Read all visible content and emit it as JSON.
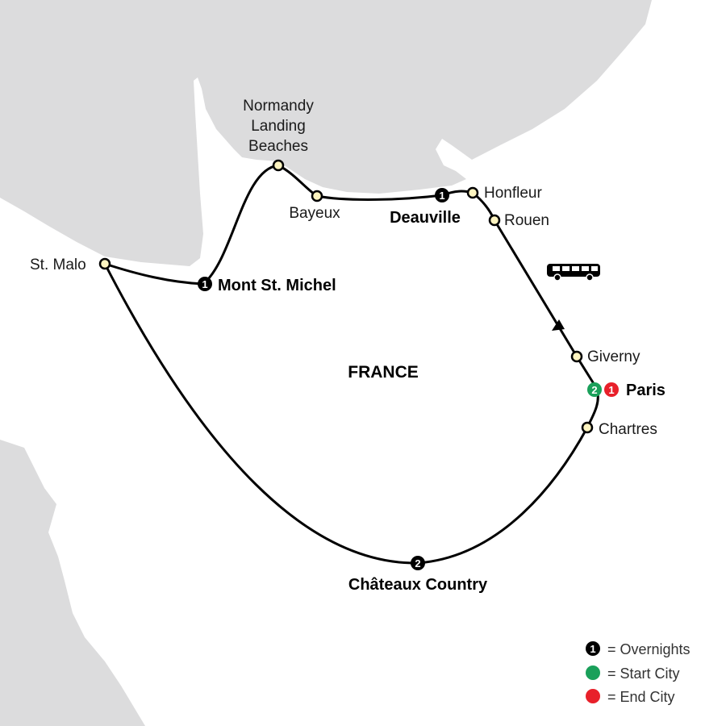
{
  "country_label": "FRANCE",
  "colors": {
    "sea": "#dcdcdd",
    "land": "#ffffff",
    "route": "#000000",
    "stop_fill": "#fdf4c0",
    "overnight_badge": "#000000",
    "start_badge": "#1aa05a",
    "end_badge": "#e8202a"
  },
  "cities": [
    {
      "name": "Normandy\nLanding\nBeaches",
      "lines": [
        "Normandy",
        "Landing",
        "Beaches"
      ],
      "bold": false
    },
    {
      "name": "Bayeux",
      "bold": false
    },
    {
      "name": "Deauville",
      "bold": true,
      "overnights": "1"
    },
    {
      "name": "Honfleur",
      "bold": false
    },
    {
      "name": "Rouen",
      "bold": false
    },
    {
      "name": "St. Malo",
      "bold": false
    },
    {
      "name": "Mont St. Michel",
      "bold": true,
      "overnights": "1"
    },
    {
      "name": "Giverny",
      "bold": false
    },
    {
      "name": "Paris",
      "bold": true,
      "start_nights": "2",
      "end_nights": "1"
    },
    {
      "name": "Chartres",
      "bold": false
    },
    {
      "name": "Châteaux Country",
      "bold": true,
      "overnights": "2"
    }
  ],
  "transport_icon": "bus-icon",
  "direction_icon": "arrow-icon",
  "legend": [
    {
      "symbol": "1",
      "icon": "overnight-badge",
      "text": "= Overnights"
    },
    {
      "symbol": "",
      "icon": "start-city-dot",
      "text": "= Start City"
    },
    {
      "symbol": "",
      "icon": "end-city-dot",
      "text": "= End City"
    }
  ]
}
